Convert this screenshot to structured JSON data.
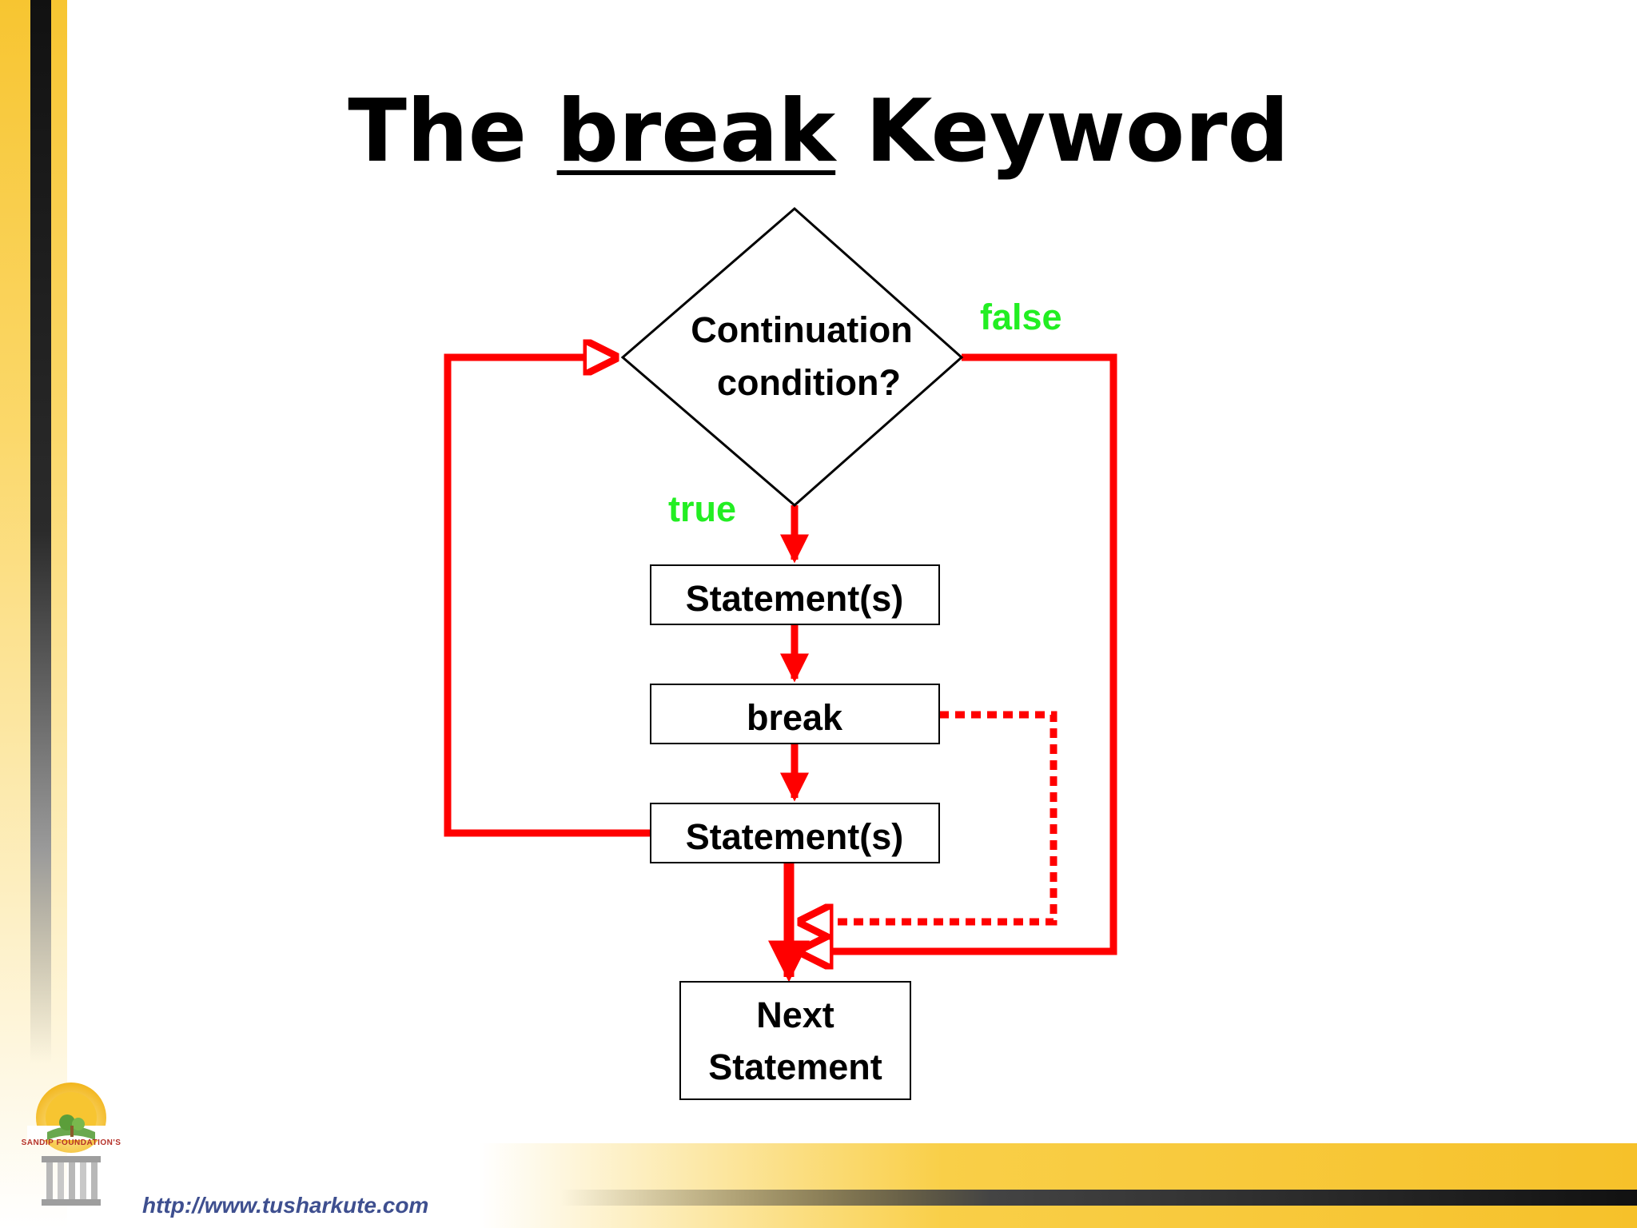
{
  "slide": {
    "title_prefix": "The",
    "title_keyword": "break",
    "title_suffix": "Keyword"
  },
  "flowchart": {
    "decision_line1": "Continuation",
    "decision_line2": "condition?",
    "false_label": "false",
    "true_label": "true",
    "statement_top": "Statement(s)",
    "break_box": "break",
    "statement_bottom": "Statement(s)",
    "next_line1": "Next",
    "next_line2": "Statement"
  },
  "footer": {
    "logo_text": "SANDIP FOUNDATION'S",
    "url": "http://www.tusharkute.com"
  },
  "colors": {
    "flow_line": "#ff0000",
    "condition_label": "#22ee22",
    "title": "#000000",
    "url": "#3e4f8f",
    "accent_yellow": "#f7c531"
  }
}
